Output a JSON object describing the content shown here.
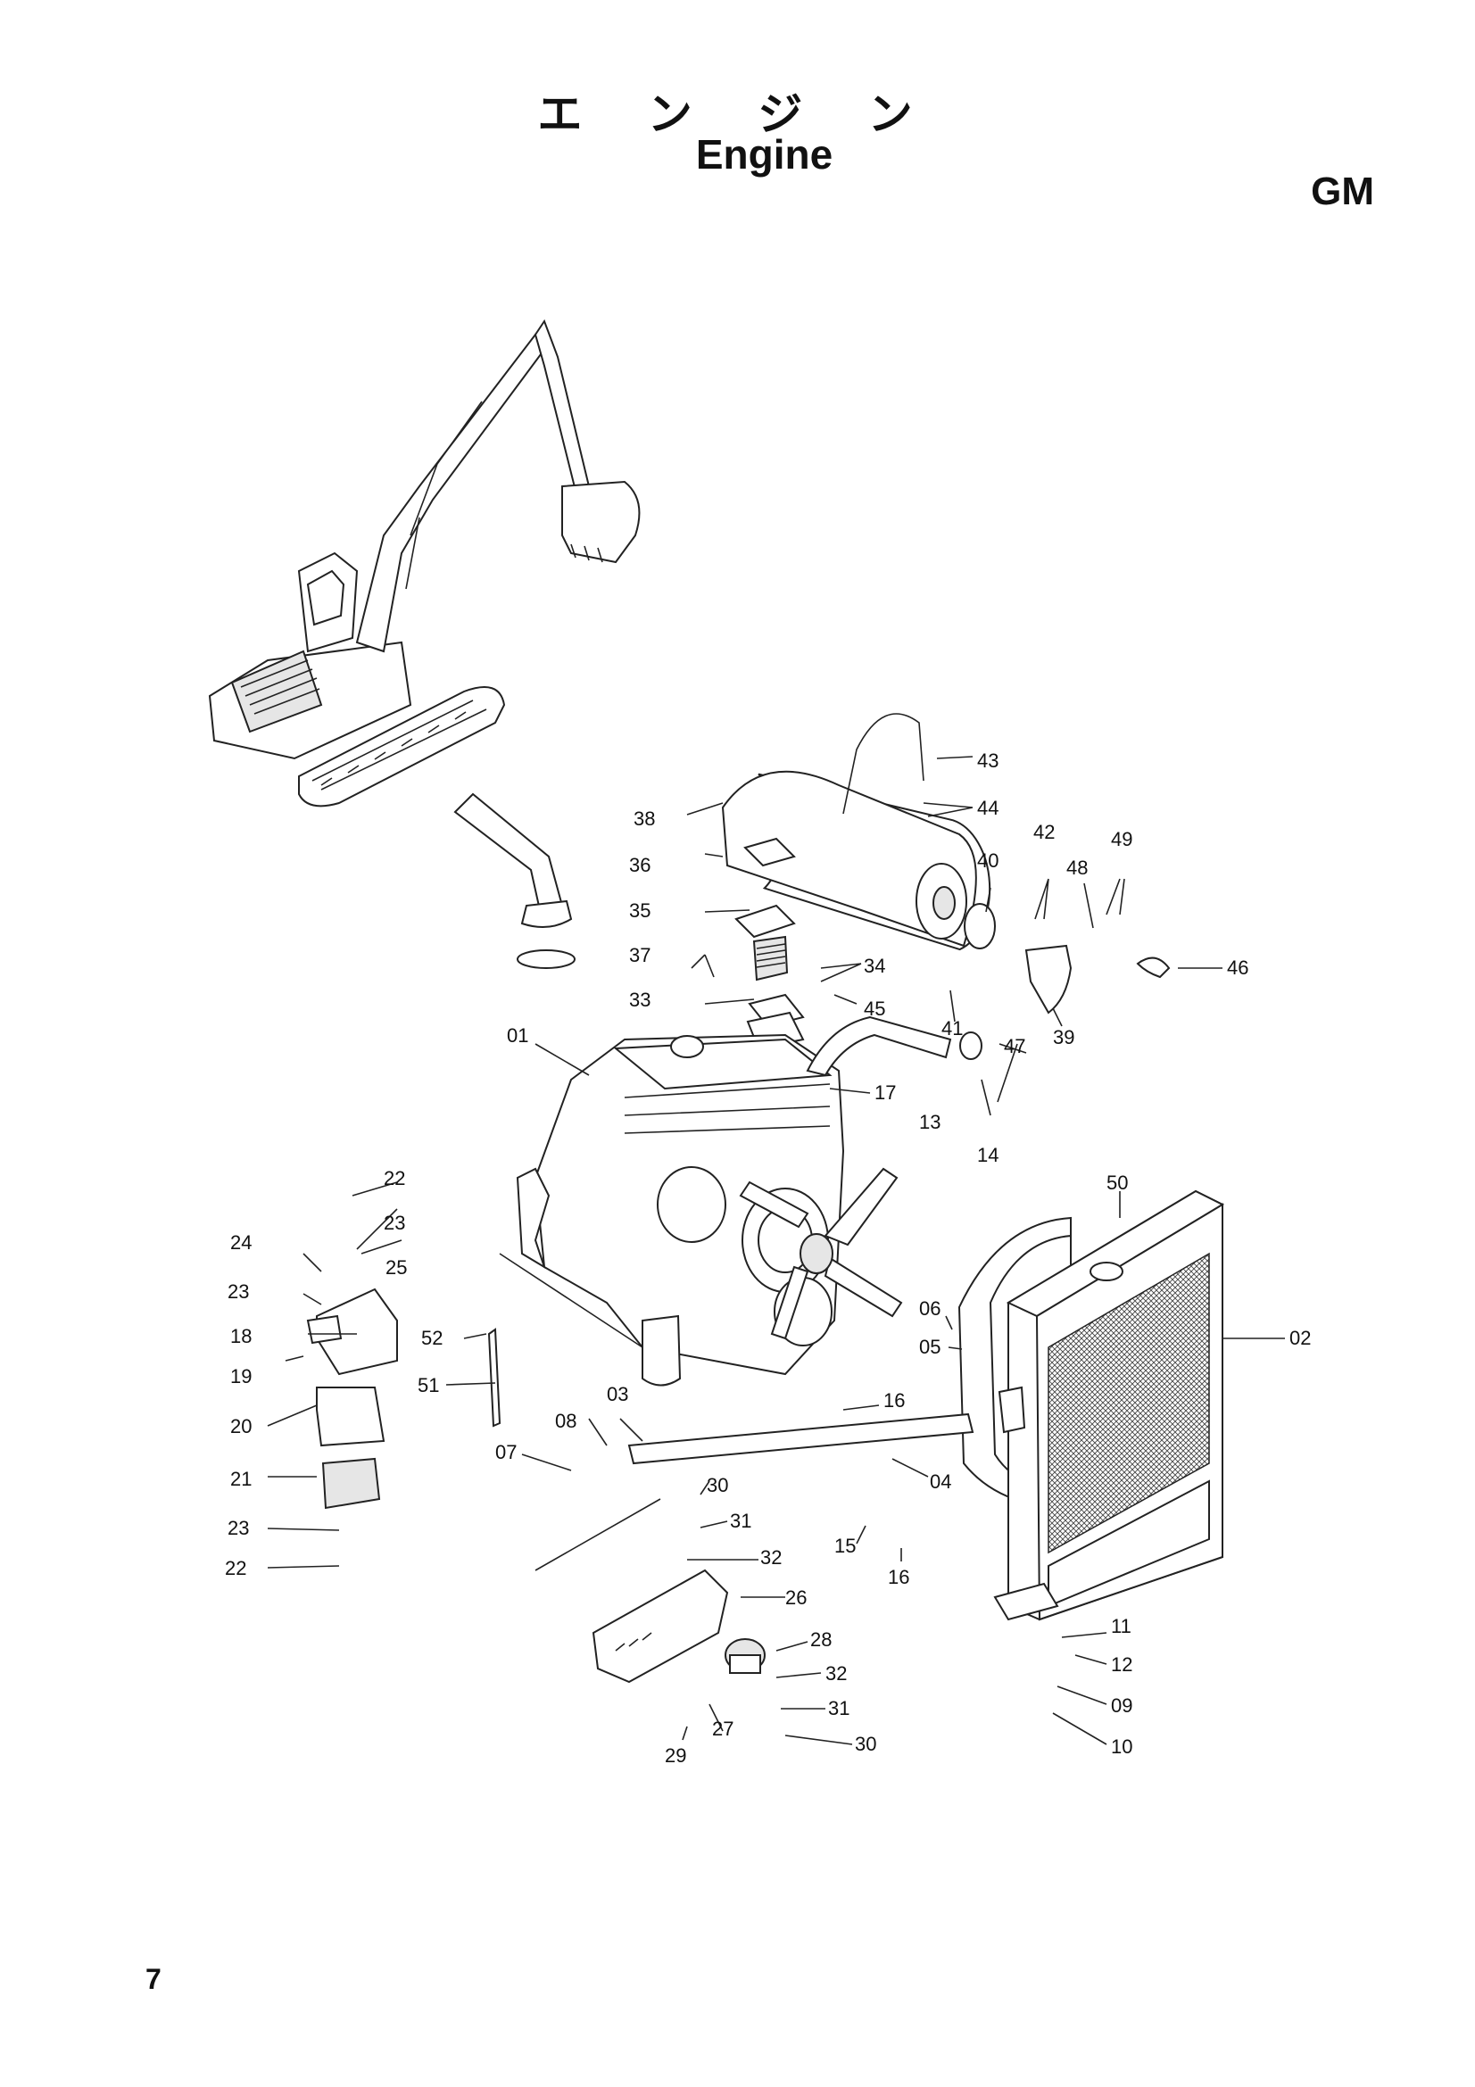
{
  "header": {
    "title_jp": "エ ン ジ ン",
    "title_en": "Engine",
    "code": "GM"
  },
  "footer": {
    "page_number": "7"
  },
  "callouts": [
    {
      "key": "c01",
      "label": "01"
    },
    {
      "key": "c02",
      "label": "02"
    },
    {
      "key": "c03",
      "label": "03"
    },
    {
      "key": "c04",
      "label": "04"
    },
    {
      "key": "c05",
      "label": "05"
    },
    {
      "key": "c06",
      "label": "06"
    },
    {
      "key": "c07",
      "label": "07"
    },
    {
      "key": "c08",
      "label": "08"
    },
    {
      "key": "c09",
      "label": "09"
    },
    {
      "key": "c10",
      "label": "10"
    },
    {
      "key": "c11",
      "label": "11"
    },
    {
      "key": "c12",
      "label": "12"
    },
    {
      "key": "c13",
      "label": "13"
    },
    {
      "key": "c14",
      "label": "14"
    },
    {
      "key": "c15",
      "label": "15"
    },
    {
      "key": "c16a",
      "label": "16"
    },
    {
      "key": "c16b",
      "label": "16"
    },
    {
      "key": "c17",
      "label": "17"
    },
    {
      "key": "c18",
      "label": "18"
    },
    {
      "key": "c19",
      "label": "19"
    },
    {
      "key": "c20",
      "label": "20"
    },
    {
      "key": "c21",
      "label": "21"
    },
    {
      "key": "c22a",
      "label": "22"
    },
    {
      "key": "c22b",
      "label": "22"
    },
    {
      "key": "c23a",
      "label": "23"
    },
    {
      "key": "c23b",
      "label": "23"
    },
    {
      "key": "c23c",
      "label": "23"
    },
    {
      "key": "c24",
      "label": "24"
    },
    {
      "key": "c25",
      "label": "25"
    },
    {
      "key": "c26",
      "label": "26"
    },
    {
      "key": "c27",
      "label": "27"
    },
    {
      "key": "c28",
      "label": "28"
    },
    {
      "key": "c29",
      "label": "29"
    },
    {
      "key": "c30a",
      "label": "30"
    },
    {
      "key": "c30b",
      "label": "30"
    },
    {
      "key": "c31a",
      "label": "31"
    },
    {
      "key": "c31b",
      "label": "31"
    },
    {
      "key": "c32a",
      "label": "32"
    },
    {
      "key": "c32b",
      "label": "32"
    },
    {
      "key": "c33",
      "label": "33"
    },
    {
      "key": "c34",
      "label": "34"
    },
    {
      "key": "c35",
      "label": "35"
    },
    {
      "key": "c36",
      "label": "36"
    },
    {
      "key": "c37",
      "label": "37"
    },
    {
      "key": "c38",
      "label": "38"
    },
    {
      "key": "c39",
      "label": "39"
    },
    {
      "key": "c40",
      "label": "40"
    },
    {
      "key": "c41",
      "label": "41"
    },
    {
      "key": "c42",
      "label": "42"
    },
    {
      "key": "c43",
      "label": "43"
    },
    {
      "key": "c44",
      "label": "44"
    },
    {
      "key": "c45",
      "label": "45"
    },
    {
      "key": "c46",
      "label": "46"
    },
    {
      "key": "c47",
      "label": "47"
    },
    {
      "key": "c48",
      "label": "48"
    },
    {
      "key": "c49",
      "label": "49"
    },
    {
      "key": "c50",
      "label": "50"
    },
    {
      "key": "c51",
      "label": "51"
    },
    {
      "key": "c52",
      "label": "52"
    }
  ]
}
